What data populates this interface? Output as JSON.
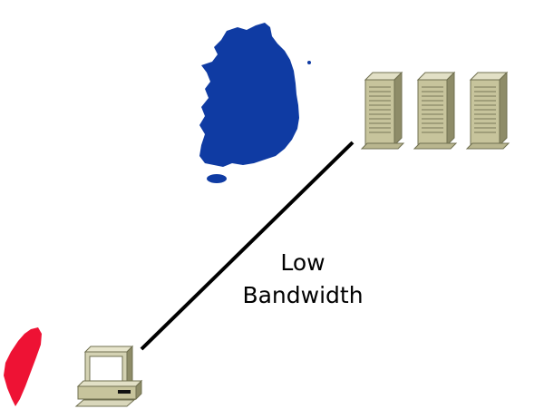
{
  "link": {
    "label_line1": "Low",
    "label_line2": "Bandwidth"
  },
  "nodes": {
    "korea": {
      "icon": "south-korea-map-icon",
      "color": "#0f3ba3"
    },
    "taiwan": {
      "icon": "taiwan-map-icon",
      "color": "#ee1234"
    },
    "servers": {
      "icon": "server-tower-icon",
      "count": 3,
      "color": "#c8c59c"
    },
    "client": {
      "icon": "desktop-computer-icon",
      "color": "#d4d2b3"
    }
  }
}
